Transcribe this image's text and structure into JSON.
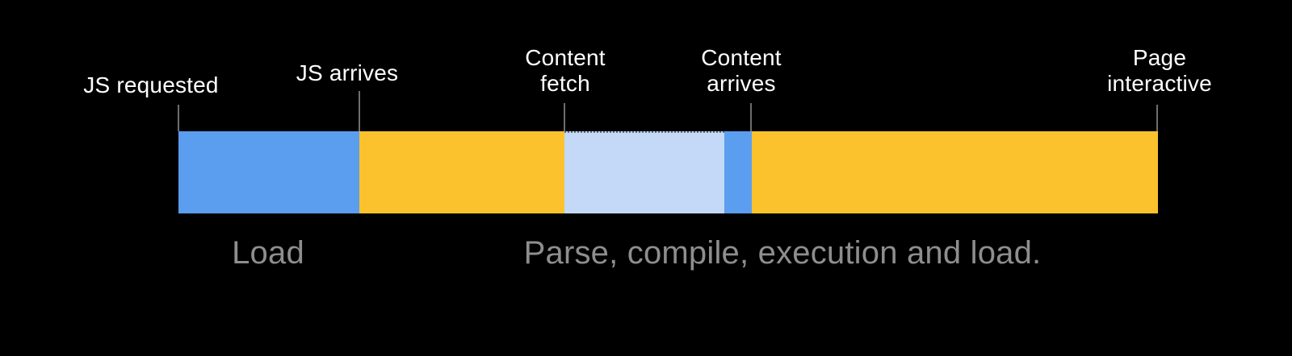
{
  "background_color": "#000000",
  "timeline": {
    "markers": [
      {
        "label": "JS requested"
      },
      {
        "label": "JS arrives"
      },
      {
        "label": "Content\nfetch"
      },
      {
        "label": "Content\narrives"
      },
      {
        "label": "Page\ninteractive"
      }
    ],
    "segments": [
      {
        "name": "js-download-network",
        "color": "#5B9DEF"
      },
      {
        "name": "js-parse-compile",
        "color": "#FBC22D"
      },
      {
        "name": "content-fetch",
        "color": "#C3D9F7"
      },
      {
        "name": "content-arrival",
        "color": "#5B9DEF"
      },
      {
        "name": "execution-and-load",
        "color": "#FBC22D"
      }
    ],
    "tick_color": "#6e6e6e"
  },
  "captions": [
    {
      "text": "Load"
    },
    {
      "text": "Parse, compile, execution and load."
    }
  ],
  "text_colors": {
    "marker": "#ffffff",
    "caption": "#8e8e8e"
  }
}
